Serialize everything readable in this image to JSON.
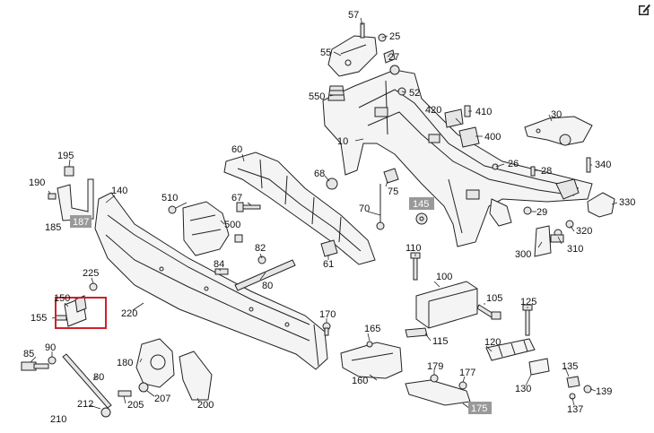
{
  "labels": {
    "l57": "57",
    "l25": "25",
    "l55": "55",
    "l27": "27",
    "l550": "550",
    "l52": "52",
    "l420": "420",
    "l410": "410",
    "l30": "30",
    "l400": "400",
    "l10": "10",
    "l60": "60",
    "l26": "26",
    "l28": "28",
    "l340": "340",
    "l195": "195",
    "l190": "190",
    "l140": "140",
    "l68": "68",
    "l75": "75",
    "l330": "330",
    "l187": "187",
    "l185": "185",
    "l510": "510",
    "l67": "67",
    "l500": "500",
    "l70": "70",
    "l145": "145",
    "l29": "29",
    "l320": "320",
    "l300": "300",
    "l310": "310",
    "l82": "82",
    "l61": "61",
    "l110": "110",
    "l84": "84",
    "l80a": "80",
    "l225": "225",
    "l100": "100",
    "l150": "150",
    "l105": "105",
    "l125": "125",
    "l155": "155",
    "l220": "220",
    "l170": "170",
    "l165": "165",
    "l115": "115",
    "l120": "120",
    "l85": "85",
    "l90": "90",
    "l180": "180",
    "l160": "160",
    "l179": "179",
    "l177": "177",
    "l135": "135",
    "l80b": "80",
    "l130": "130",
    "l139": "139",
    "l207": "207",
    "l212": "212",
    "l205": "205",
    "l200": "200",
    "l175": "175",
    "l137": "137",
    "l210": "210"
  },
  "highlight_color": "#999999",
  "selection_color": "#d0202a",
  "icons": {
    "edit": "edit-pencil-icon"
  }
}
